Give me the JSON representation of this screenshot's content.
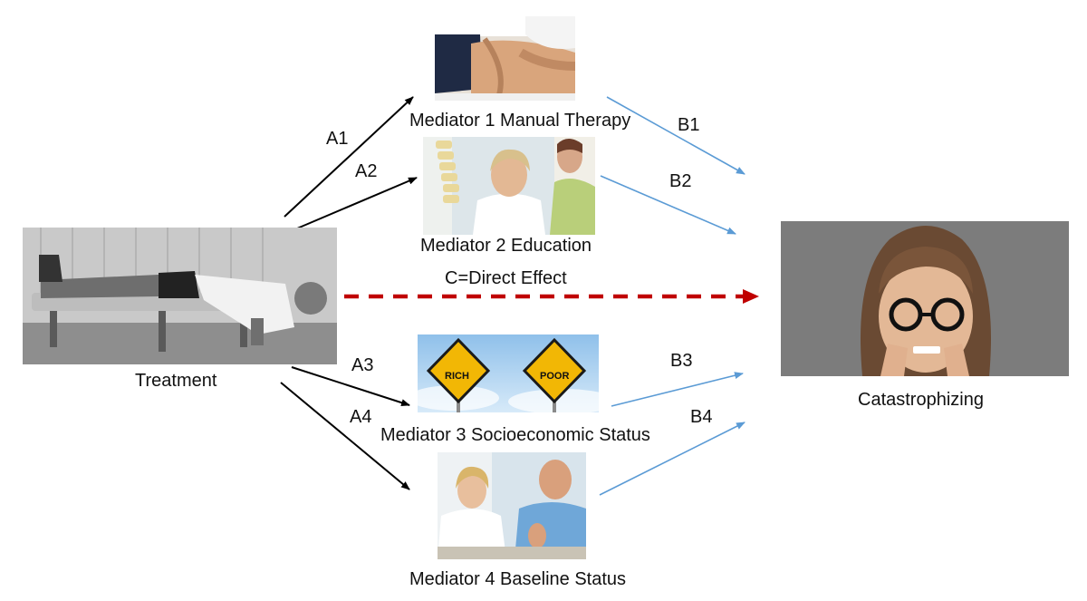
{
  "nodes": {
    "treatment": "Treatment",
    "mediator1": "Mediator 1 Manual Therapy",
    "mediator2": "Mediator 2 Education",
    "mediator3": "Mediator 3 Socioeconomic Status",
    "mediator4": "Mediator 4 Baseline Status",
    "outcome": "Catastrophizing"
  },
  "paths": {
    "a1": "A1",
    "a2": "A2",
    "a3": "A3",
    "a4": "A4",
    "b1": "B1",
    "b2": "B2",
    "b3": "B3",
    "b4": "B4",
    "direct": "C=Direct Effect"
  },
  "signs": {
    "left": "RICH",
    "right": "POOR"
  },
  "colors": {
    "a_paths": "#000000",
    "b_paths": "#5b9bd5",
    "direct_path": "#c00000",
    "sign": "#f2b705"
  },
  "icons": {
    "treatment": "patient-prone-on-table-photo",
    "mediator1": "manual-therapy-photo",
    "mediator2": "spine-model-education-photo",
    "mediator3": "rich-poor-road-signs-photo",
    "mediator4": "doctor-and-thumbs-up-patient-photo",
    "outcome": "anxious-woman-photo"
  }
}
